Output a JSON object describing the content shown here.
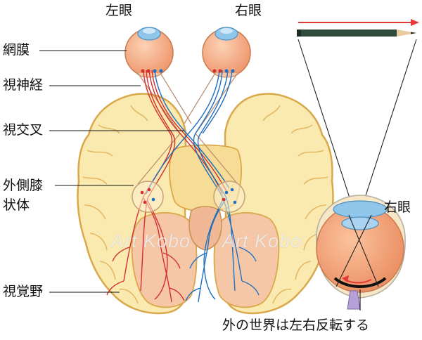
{
  "labels": {
    "left_eye": "左眼",
    "right_eye_top": "右眼",
    "retina": "網膜",
    "optic_nerve": "視神経",
    "optic_chiasm": "視交叉",
    "lgn_line1": "外側膝",
    "lgn_line2": "状体",
    "visual_cortex": "視覚野",
    "right_eye_side": "右眼",
    "caption": "外の世界は左右反転する"
  },
  "watermark": [
    "Art Kobo",
    "Art Kobo"
  ],
  "colors": {
    "brain_fill": "#fbeab0",
    "brain_outline": "#d9a84a",
    "eye_fill": "#f4a57a",
    "cornea": "#8fc6ea",
    "nerve_red": "#d32f2f",
    "nerve_blue": "#1e6fc0",
    "pencil": "#2f4a3a",
    "arrow_red": "#e53935"
  }
}
